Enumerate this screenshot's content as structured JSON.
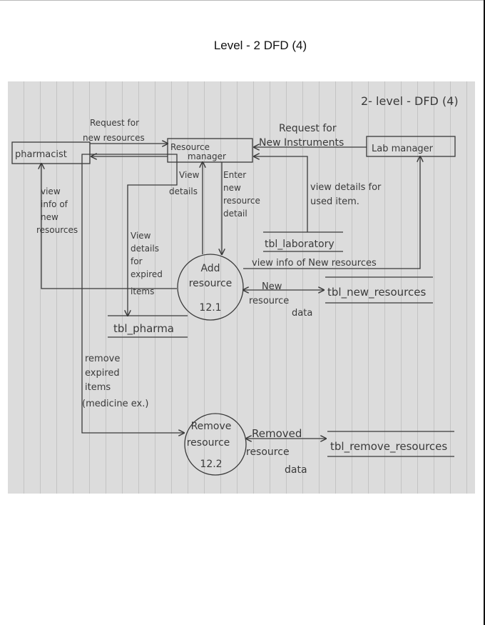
{
  "page": {
    "title": "Level - 2 DFD (4)"
  },
  "diagram": {
    "heading": "2- level - DFD (4)",
    "entities": {
      "pharmacist": "pharmacist",
      "resource_manager": [
        "Resource",
        "manager"
      ],
      "lab_manager": "Lab manager"
    },
    "processes": {
      "add_resource": {
        "name": [
          "Add",
          "resource"
        ],
        "number": "12.1"
      },
      "remove_resource": {
        "name": [
          "Remove",
          "resource"
        ],
        "number": "12.2"
      }
    },
    "data_stores": {
      "tbl_laboratory": "tbl_laboratory",
      "tbl_new_resources": "tbl_new_resources",
      "tbl_pharma": "tbl_pharma",
      "tbl_remove_resources": "tbl_remove_resources"
    },
    "flows": {
      "request_new_resources": [
        "Request for",
        "new resources"
      ],
      "request_new_instruments": [
        "Request for",
        "New Instruments"
      ],
      "view_info_new_resources_left": [
        "view",
        "info of",
        "new",
        "resources"
      ],
      "view_details": [
        "View",
        "details"
      ],
      "enter_new_resource_detail": [
        "Enter",
        "new",
        "resource",
        "detail"
      ],
      "view_details_used_item": [
        "view details for",
        "used item."
      ],
      "view_details_expired": [
        "View",
        "details",
        "for",
        "expired",
        "items"
      ],
      "view_info_new_resources_right": "view info of New resources",
      "new_resource_data": [
        "New",
        "resource",
        "data"
      ],
      "remove_expired_items": [
        "remove",
        "expired",
        "items",
        "(medicine ex.)"
      ],
      "removed_resource_data": [
        "Removed",
        "resource",
        "data"
      ]
    }
  }
}
